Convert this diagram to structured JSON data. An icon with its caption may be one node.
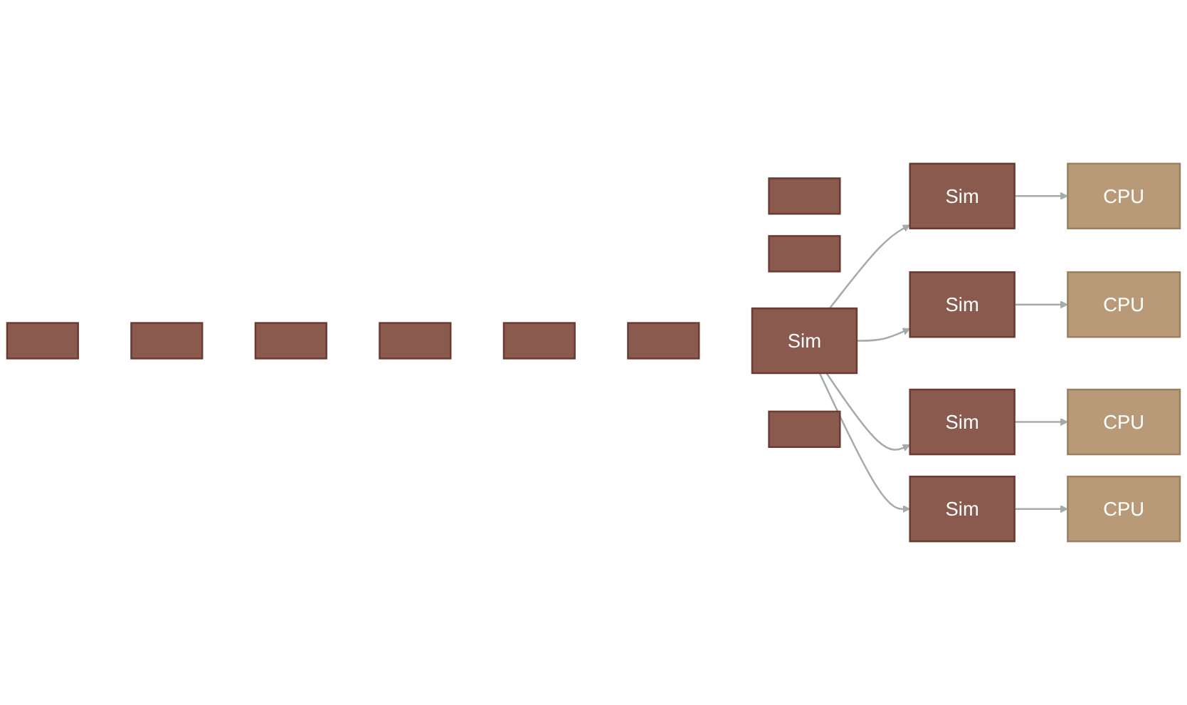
{
  "diagram": {
    "nodes": [
      {
        "text": [],
        "shape": "box"
      },
      {
        "text": [],
        "shape": "box"
      },
      {
        "text": [],
        "shape": "box"
      },
      {
        "text": [],
        "shape": "box"
      },
      {
        "text": [],
        "shape": "box"
      },
      {
        "text": [],
        "shape": "box"
      },
      {
        "text": [
          "Sim"
        ]
      },
      {
        "text": [],
        "shape": "box"
      },
      {
        "text": [
          "Sim"
        ]
      },
      {
        "text": [
          "CPU"
        ]
      },
      {
        "text": [],
        "shape": "box"
      },
      {
        "text": [
          "Sim"
        ]
      },
      {
        "text": [
          "CPU"
        ]
      },
      {
        "text": [],
        "shape": "box"
      },
      {
        "text": [
          "Sim"
        ]
      },
      {
        "text": [
          "CPU"
        ]
      },
      {
        "text": [
          "Sim"
        ]
      },
      {
        "text": [
          "CPU"
        ]
      }
    ],
    "edges": [
      {
        "from": 6,
        "to": 8,
        "arrow": "to"
      },
      {
        "from": 6,
        "to": 11,
        "arrow": "to"
      },
      {
        "from": 6,
        "to": 14,
        "arrow": "to"
      },
      {
        "from": 6,
        "to": 16,
        "arrow": "to"
      },
      {
        "from": 8,
        "to": 9,
        "arrow": "to"
      },
      {
        "from": 11,
        "to": 12,
        "arrow": "to"
      },
      {
        "from": 14,
        "to": 15,
        "arrow": "to"
      },
      {
        "from": 16,
        "to": 17,
        "arrow": "to"
      }
    ]
  }
}
